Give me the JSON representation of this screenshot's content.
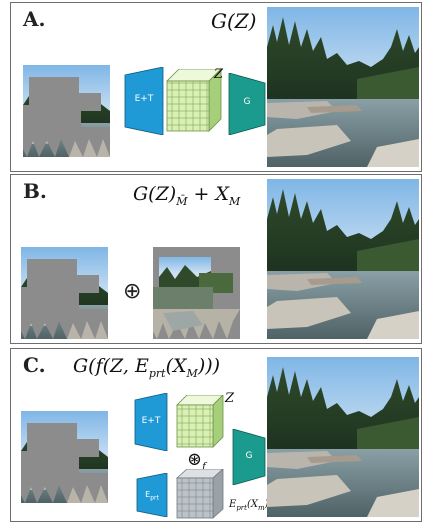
{
  "panels": [
    {
      "label": "A.",
      "formula": "G(Z)",
      "z_label": "Z",
      "encoder_label": "E+T",
      "generator_label": "G"
    },
    {
      "label": "B.",
      "formula_main": "G(Z)",
      "formula_sub": "M̄",
      "formula_tail": " + X",
      "formula_tail_sub": "M",
      "operator": "⊕"
    },
    {
      "label": "C.",
      "formula": "G(f(Z, E",
      "formula_sub": "prt",
      "formula_tail": "(X",
      "formula_tail_sub": "M",
      "formula_end": ")))",
      "z_label": "Z",
      "encoder_label": "E+T",
      "generator_label": "G",
      "prt_label": "E",
      "prt_label_sub": "prt",
      "conv_op": "⊛",
      "conv_op_sub": "f",
      "prt_feature_label": "E",
      "prt_feature_sub": "prt",
      "prt_feature_tail": "(X",
      "prt_feature_tail_sub": "m",
      "prt_feature_end": ")"
    }
  ],
  "colors": {
    "encoder": "#1f9ad6",
    "generator": "#1a9b8e",
    "latent_front": "#d9f0b3",
    "latent_side": "#a6cf7a",
    "prt_grid": "#bcc3c8",
    "mask_gray": "#8c8c8c"
  }
}
